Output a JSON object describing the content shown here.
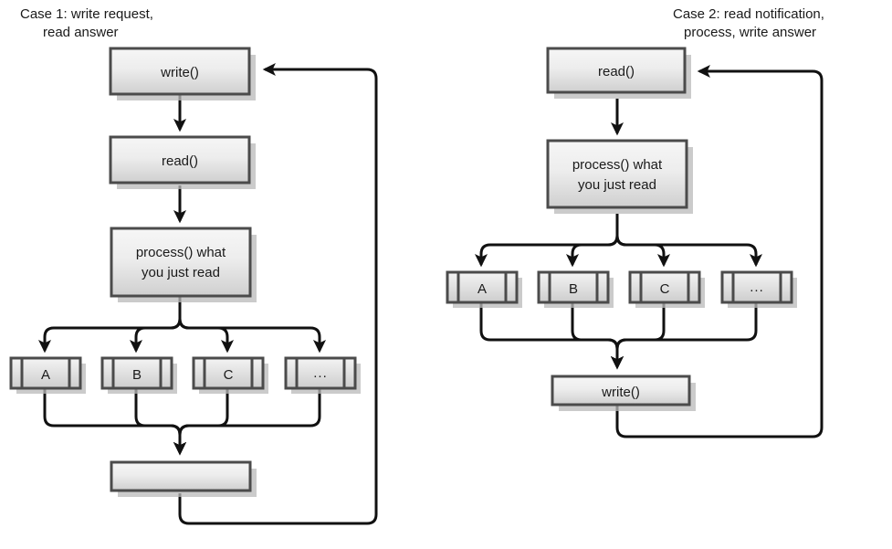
{
  "diagram": {
    "title_left": "Case 1: write request,\nread answer",
    "title_right": "Case 2: read notification,\nprocess, write answer",
    "colors": {
      "box_fill_top": "#f2f2f2",
      "box_fill_bottom": "#d2d2d2",
      "box_border": "#4b4b4b",
      "shadow": "#b9b9b9",
      "edge": "#111111",
      "text": "#1a1a1a",
      "background": "#ffffff"
    }
  },
  "case1": {
    "title_line1": "Case 1: write request,",
    "title_line2": "read answer",
    "steps": [
      {
        "id": "write",
        "label": "write()"
      },
      {
        "id": "read",
        "label": "read()"
      },
      {
        "id": "process",
        "label_line1": "process() what",
        "label_line2": "you just read"
      }
    ],
    "handlers": [
      {
        "id": "a",
        "label": "A"
      },
      {
        "id": "b",
        "label": "B"
      },
      {
        "id": "c",
        "label": "C"
      },
      {
        "id": "more",
        "label": "..."
      }
    ],
    "final": {
      "id": "final-empty",
      "label": ""
    },
    "feedback_label": ""
  },
  "case2": {
    "title_line1": "Case 2: read notification,",
    "title_line2": "process, write answer",
    "steps": [
      {
        "id": "read",
        "label": "read()"
      },
      {
        "id": "process",
        "label_line1": "process() what",
        "label_line2": "you just read"
      }
    ],
    "handlers": [
      {
        "id": "a",
        "label": "A"
      },
      {
        "id": "b",
        "label": "B"
      },
      {
        "id": "c",
        "label": "C"
      },
      {
        "id": "more",
        "label": "..."
      }
    ],
    "final": {
      "id": "write",
      "label": "write()"
    },
    "feedback_label": ""
  }
}
